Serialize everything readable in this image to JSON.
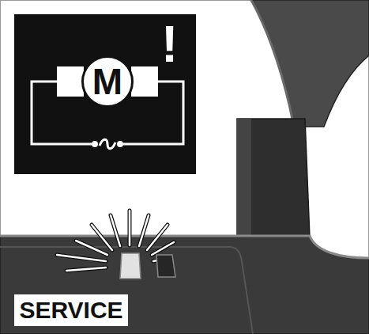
{
  "diagram": {
    "nodes": [
      {
        "text": [
          "M"
        ]
      },
      {
        "text": [
          "SERVICE"
        ]
      }
    ],
    "labels": [
      "!"
    ]
  }
}
